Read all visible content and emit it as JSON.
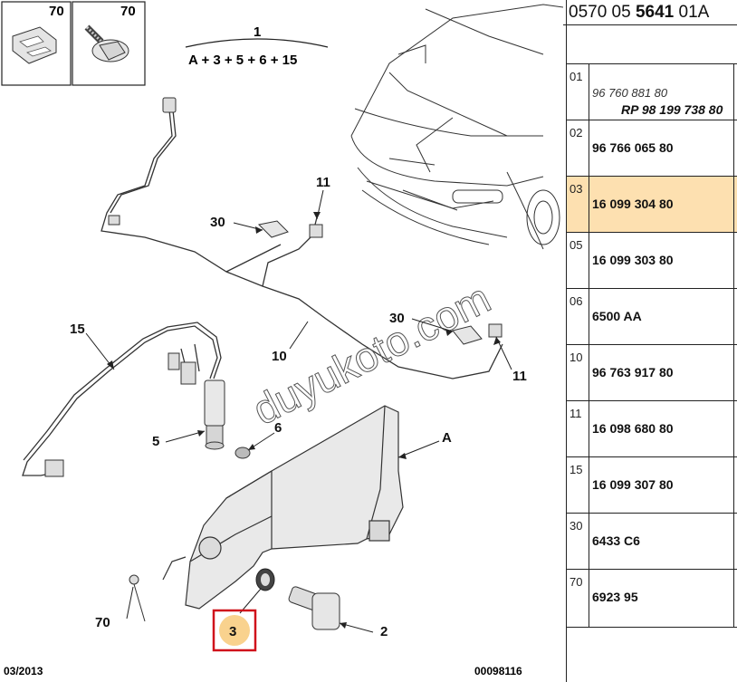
{
  "diagram": {
    "formula_number": "1",
    "formula": "A + 3 + 5 + 6 + 15",
    "labels": {
      "top_box_1": "70",
      "top_box_2": "70",
      "l11_top": "11",
      "l30_top": "30",
      "l15": "15",
      "l10": "10",
      "l30_right": "30",
      "l11_right": "11",
      "l5": "5",
      "l6": "6",
      "lA": "A",
      "l70_bottom": "70",
      "l3": "3",
      "l2": "2"
    },
    "watermark": "duyukoto.com",
    "footer_left": "03/2013",
    "footer_right": "00098116"
  },
  "table": {
    "title_prefix": "0570 05 ",
    "title_bold": "5641",
    "title_suffix": " 01A",
    "rows": [
      {
        "num": "01",
        "alt": "96 760 881 80",
        "alt2": "RP 98 199 738 80"
      },
      {
        "num": "02",
        "part": "96 766 065 80"
      },
      {
        "num": "03",
        "part": "16 099 304 80"
      },
      {
        "num": "05",
        "part": "16 099 303 80"
      },
      {
        "num": "06",
        "part": "6500 AA"
      },
      {
        "num": "10",
        "part": "96 763 917 80"
      },
      {
        "num": "11",
        "part": "16 098 680 80"
      },
      {
        "num": "15",
        "part": "16 099 307 80"
      },
      {
        "num": "30",
        "part": "6433 C6"
      },
      {
        "num": "70",
        "part": "6923 95"
      }
    ]
  },
  "colors": {
    "highlight": "#fde0b0",
    "callout_box": "#d0121b",
    "callout_fill": "#f9d28e"
  }
}
